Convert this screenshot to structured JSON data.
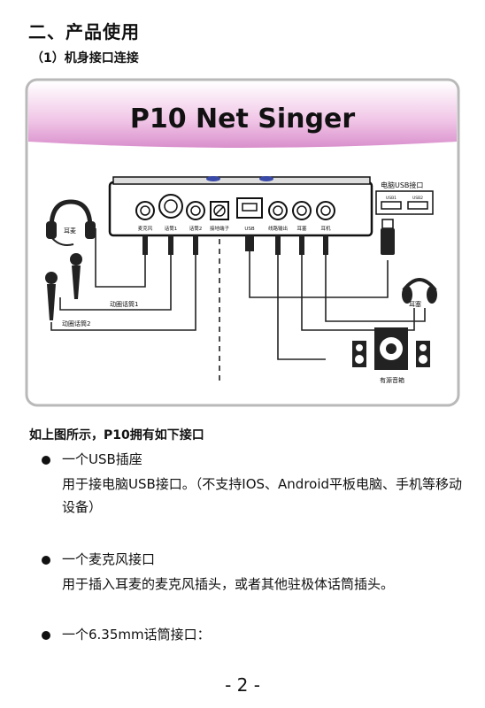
{
  "section_heading": "二、产品使用",
  "subheading": "（1）机身接口连接",
  "diagram": {
    "product_title": "P10  Net Singer",
    "port_labels": [
      "麦克风",
      "话筒1",
      "话筒2",
      "接地端子",
      "USB",
      "线路输出",
      "耳塞",
      "耳机"
    ],
    "pc_usb_label": "电脑USB接口",
    "usb_port_1": "USB1",
    "usb_port_2": "USB2",
    "headset_label": "耳麦",
    "mic1_label": "动圈话筒1",
    "mic2_label": "动圈话筒2",
    "earphone_label": "耳塞",
    "speakers_label": "有源音箱"
  },
  "intro": "如上图所示，P10拥有如下接口",
  "items": [
    {
      "title": "一个USB插座",
      "desc": "用于接电脑USB接口。（不支持IOS、Android平板电脑、手机等移动设备）"
    },
    {
      "title": "一个麦克风接口",
      "desc": "用于插入耳麦的麦克风插头，或者其他驻极体话筒插头。"
    },
    {
      "title": "一个6.35mm话筒接口：",
      "desc": ""
    }
  ],
  "page_number": "- 2 -"
}
